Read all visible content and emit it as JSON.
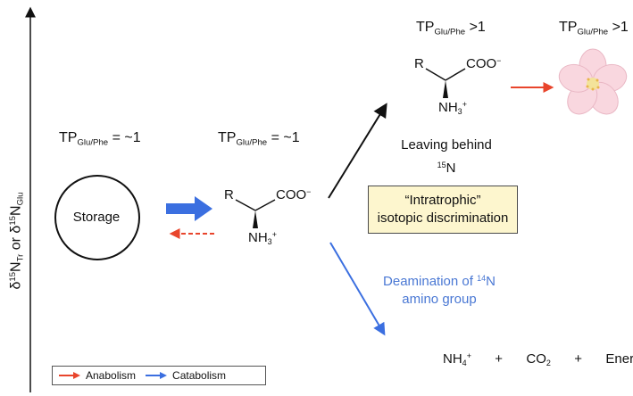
{
  "axis": {
    "label_delta": "δ",
    "label_n1": "15",
    "label_n": "N",
    "label_sub1": "Tr",
    "label_or": " or ",
    "label_delta2": "δ",
    "label_n2": "15",
    "label_n_b": "N",
    "label_sub2": "Glu"
  },
  "tp_storage": {
    "prefix": "TP",
    "sub": "Glu/Phe",
    "suffix": " = ~1"
  },
  "tp_amino": {
    "prefix": "TP",
    "sub": "Glu/Phe",
    "suffix": " = ~1"
  },
  "tp_upper_amino": {
    "prefix": "TP",
    "sub": "Glu/Phe",
    "suffix": " >1"
  },
  "tp_flower": {
    "prefix": "TP",
    "sub": "Glu/Phe",
    "suffix": " >1"
  },
  "storage": {
    "label": "Storage"
  },
  "amino_acid": {
    "r_group": "R",
    "carboxyl": "COO",
    "carboxyl_charge": "−",
    "amine": "NH",
    "amine_sub": "3",
    "amine_charge": "+"
  },
  "leaving": {
    "line1": "Leaving behind",
    "isotope_sup": "15",
    "isotope": "N"
  },
  "intratrophic": {
    "line1": "“Intratrophic”",
    "line2": "isotopic discrimination"
  },
  "deamination": {
    "line1_prefix": "Deamination of ",
    "isotope_sup": "14",
    "isotope": "N",
    "line2": "amino group"
  },
  "products": {
    "nh4": "NH",
    "nh4_sub": "4",
    "nh4_charge": "+",
    "plus1": "+",
    "co2": "CO",
    "co2_sub": "2",
    "plus2": "+",
    "energy": "Energy"
  },
  "legend": {
    "anabolism": "Anabolism",
    "catabolism": "Catabolism"
  },
  "colors": {
    "anabolism": "#e8452c",
    "catabolism": "#3b6fe0",
    "deamination_text": "#4a78d4",
    "box_fill": "#fdf6ce",
    "flower_petal": "#f9d7df",
    "flower_center": "#f3e39a"
  },
  "icons": {
    "flower": "cherry-blossom-icon"
  }
}
